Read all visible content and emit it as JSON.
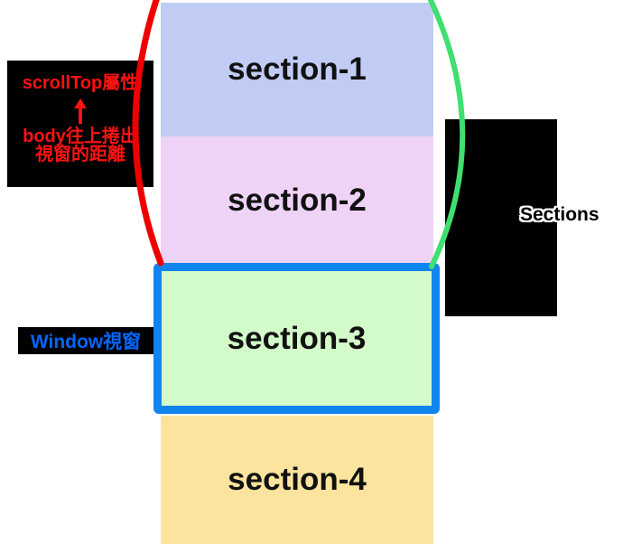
{
  "diagram": {
    "sections": [
      {
        "label": "section-1",
        "color": "#c1ccf5"
      },
      {
        "label": "section-2",
        "color": "#eed3f7"
      },
      {
        "label": "section-3",
        "color": "#d3fac9"
      },
      {
        "label": "section-4",
        "color": "#fde49e"
      }
    ],
    "scrolltop_note": {
      "title": "scrollTop屬性",
      "arrow_icon": "↑",
      "desc_line1": "body往上捲出",
      "desc_line2": "視窗的距離",
      "text_color": "#ff1212",
      "bg_color": "#000000"
    },
    "window_tag": {
      "label": "Window視窗",
      "text_color": "#0066ff",
      "bg_color": "#000000"
    },
    "sections_tag": {
      "label": "Sections",
      "text_color": "#000000",
      "outline_color": "#ffffff"
    },
    "colors": {
      "window_border": "#1185ef",
      "scrolled_brace": "#ee0000",
      "viewport_brace": "#3fdf70"
    }
  }
}
